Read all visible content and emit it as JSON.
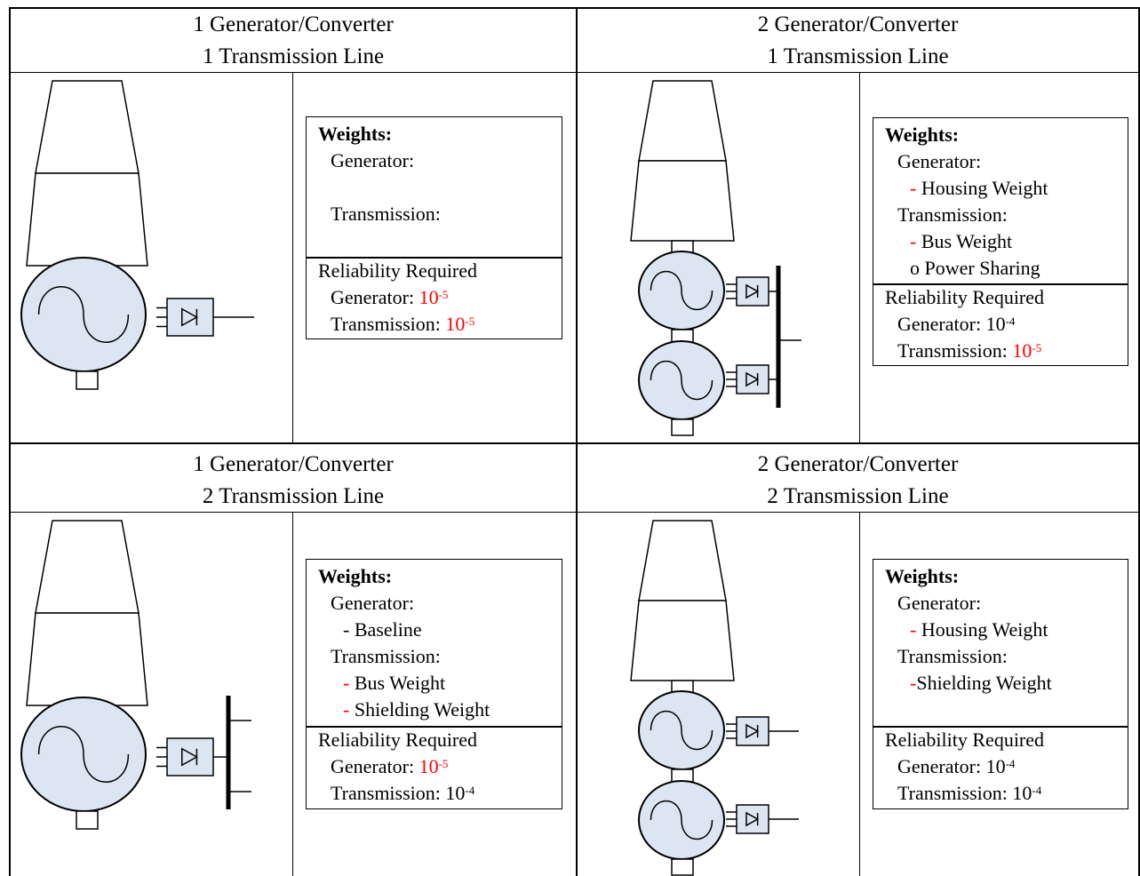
{
  "cells": [
    {
      "header_line1": "1 Generator/Converter",
      "header_line2": "1 Transmission Line",
      "config": {
        "generators": 1,
        "buses": 0
      },
      "weights_title": "Weights:",
      "weights_lines": [
        {
          "text": "Generator:",
          "dash": "",
          "indent": 1
        },
        {
          "text": "",
          "dash": "",
          "indent": 1
        },
        {
          "text": "Transmission:",
          "dash": "",
          "indent": 1
        }
      ],
      "reliability_title": "Reliability Required",
      "reliability_lines": [
        {
          "label": "Generator: ",
          "base": "10",
          "exp": "-5",
          "red": true
        },
        {
          "label": "Transmission: ",
          "base": "10",
          "exp": "-5",
          "red": true
        }
      ]
    },
    {
      "header_line1": "2 Generator/Converter",
      "header_line2": "1 Transmission Line",
      "config": {
        "generators": 2,
        "buses": 1
      },
      "weights_title": "Weights:",
      "weights_lines": [
        {
          "text": "Generator:",
          "dash": "",
          "indent": 1
        },
        {
          "text": " Housing Weight",
          "dash": "-",
          "indent": 2
        },
        {
          "text": "Transmission:",
          "dash": "",
          "indent": 1
        },
        {
          "text": " Bus Weight",
          "dash": "-",
          "indent": 2
        },
        {
          "text": "o Power Sharing",
          "dash": "",
          "indent": 2
        }
      ],
      "reliability_title": "Reliability Required",
      "reliability_lines": [
        {
          "label": "Generator: ",
          "base": "10",
          "exp": "-4",
          "red": false
        },
        {
          "label": "Transmission: ",
          "base": "10",
          "exp": "-5",
          "red": true
        }
      ]
    },
    {
      "header_line1": "1 Generator/Converter",
      "header_line2": "2 Transmission Line",
      "config": {
        "generators": 1,
        "buses": 2
      },
      "weights_title": "Weights:",
      "weights_lines": [
        {
          "text": "Generator:",
          "dash": "",
          "indent": 1
        },
        {
          "text": "- Baseline",
          "dash": "",
          "indent": 2
        },
        {
          "text": "Transmission:",
          "dash": "",
          "indent": 1
        },
        {
          "text": " Bus Weight",
          "dash": "-",
          "indent": 2
        },
        {
          "text": " Shielding Weight",
          "dash": "-",
          "indent": 2
        }
      ],
      "reliability_title": "Reliability Required",
      "reliability_lines": [
        {
          "label": "Generator: ",
          "base": "10",
          "exp": "-5",
          "red": true
        },
        {
          "label": "Transmission: ",
          "base": "10",
          "exp": "-4",
          "red": false
        }
      ]
    },
    {
      "header_line1": "2 Generator/Converter",
      "header_line2": "2 Transmission Line",
      "config": {
        "generators": 2,
        "buses": 2
      },
      "weights_title": "Weights:",
      "weights_lines": [
        {
          "text": "Generator:",
          "dash": "",
          "indent": 1
        },
        {
          "text": " Housing Weight",
          "dash": "-",
          "indent": 2
        },
        {
          "text": "Transmission:",
          "dash": "",
          "indent": 1
        },
        {
          "text": "Shielding Weight",
          "dash": "-",
          "indent": 2
        }
      ],
      "reliability_title": "Reliability Required",
      "reliability_lines": [
        {
          "label": "Generator: ",
          "base": "10",
          "exp": "-4",
          "red": false
        },
        {
          "label": "Transmission: ",
          "base": "10",
          "exp": "-4",
          "red": false
        }
      ]
    }
  ],
  "colors": {
    "machine_fill": "#dce6f2",
    "highlight": "#ff0000",
    "line": "#000000"
  },
  "icons": [
    "turbine-icon",
    "generator-icon",
    "diode-icon",
    "bus-bar-icon"
  ]
}
